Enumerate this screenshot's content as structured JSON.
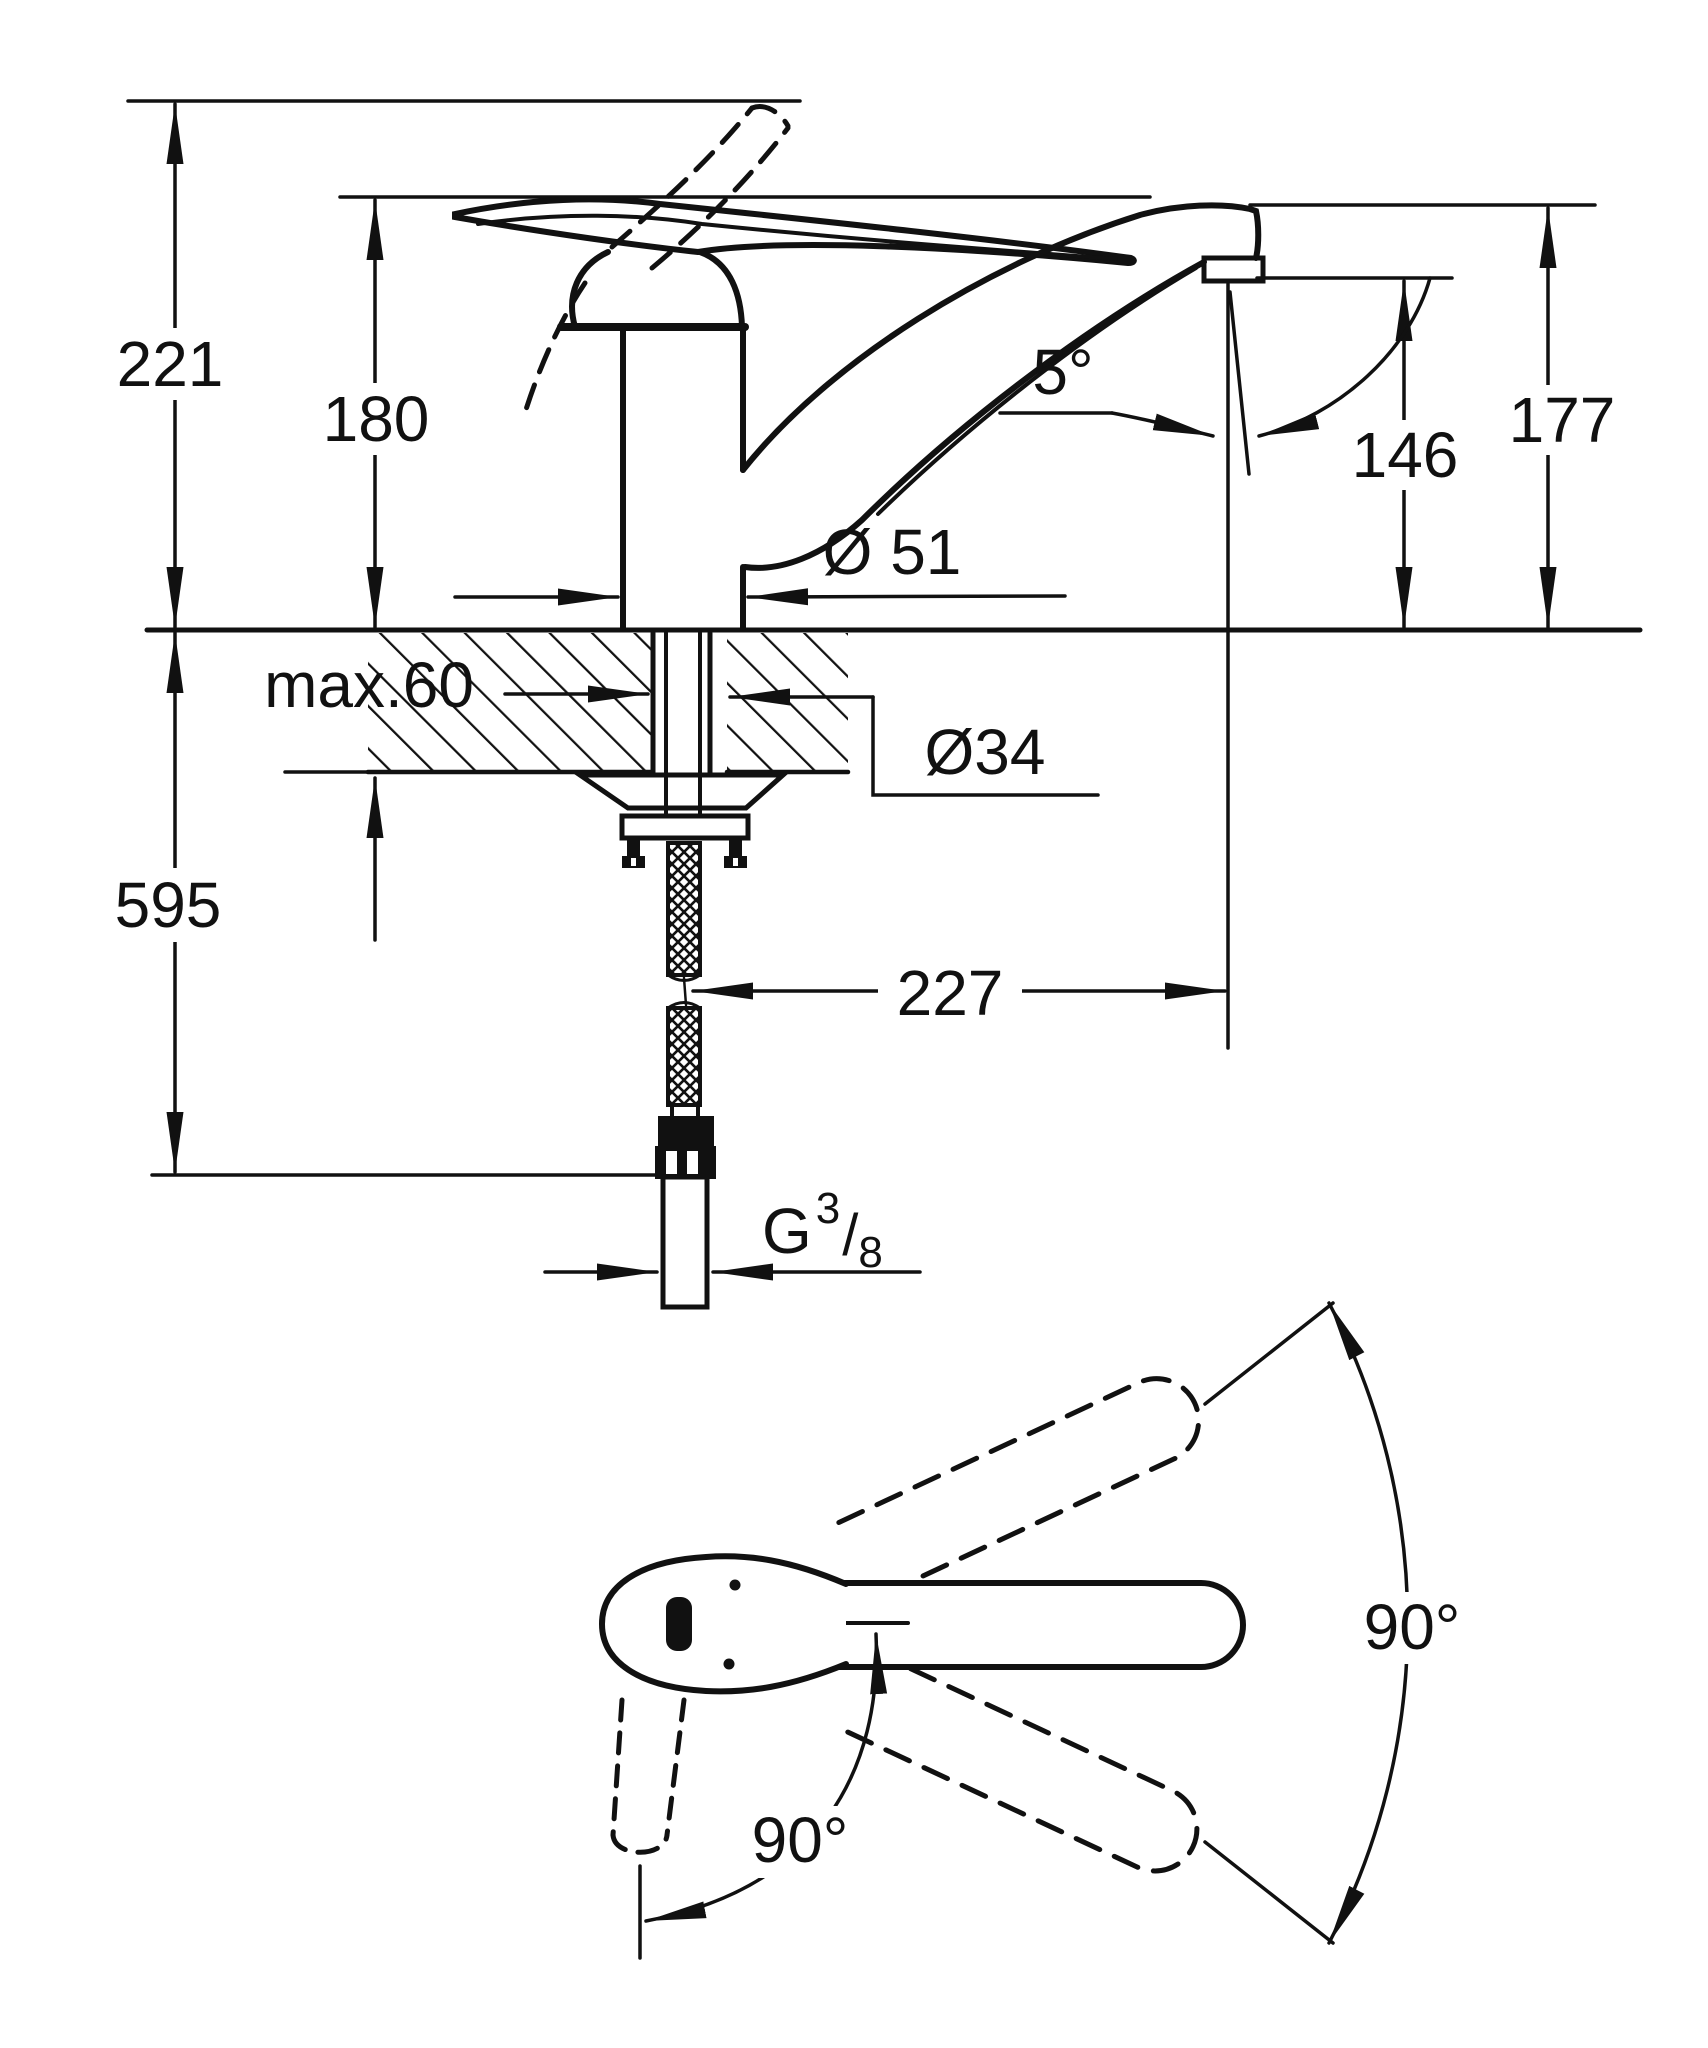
{
  "drawing": {
    "kind": "faucet installation dimension drawing",
    "colors": {
      "ink": "#111111",
      "background": "#ffffff"
    },
    "dims": {
      "h221": "221",
      "h180": "180",
      "h177": "177",
      "h146": "146",
      "angle5": "5°",
      "dia51": "Ø 51",
      "max60": "max.60",
      "dia34": "Ø34",
      "h595": "595",
      "w227": "227",
      "g38": {
        "g": "G",
        "sup": "3",
        "slash": "/",
        "sub": "8"
      }
    },
    "top_view": {
      "swivel_right": "90°",
      "swivel_bottom": "90°"
    }
  }
}
